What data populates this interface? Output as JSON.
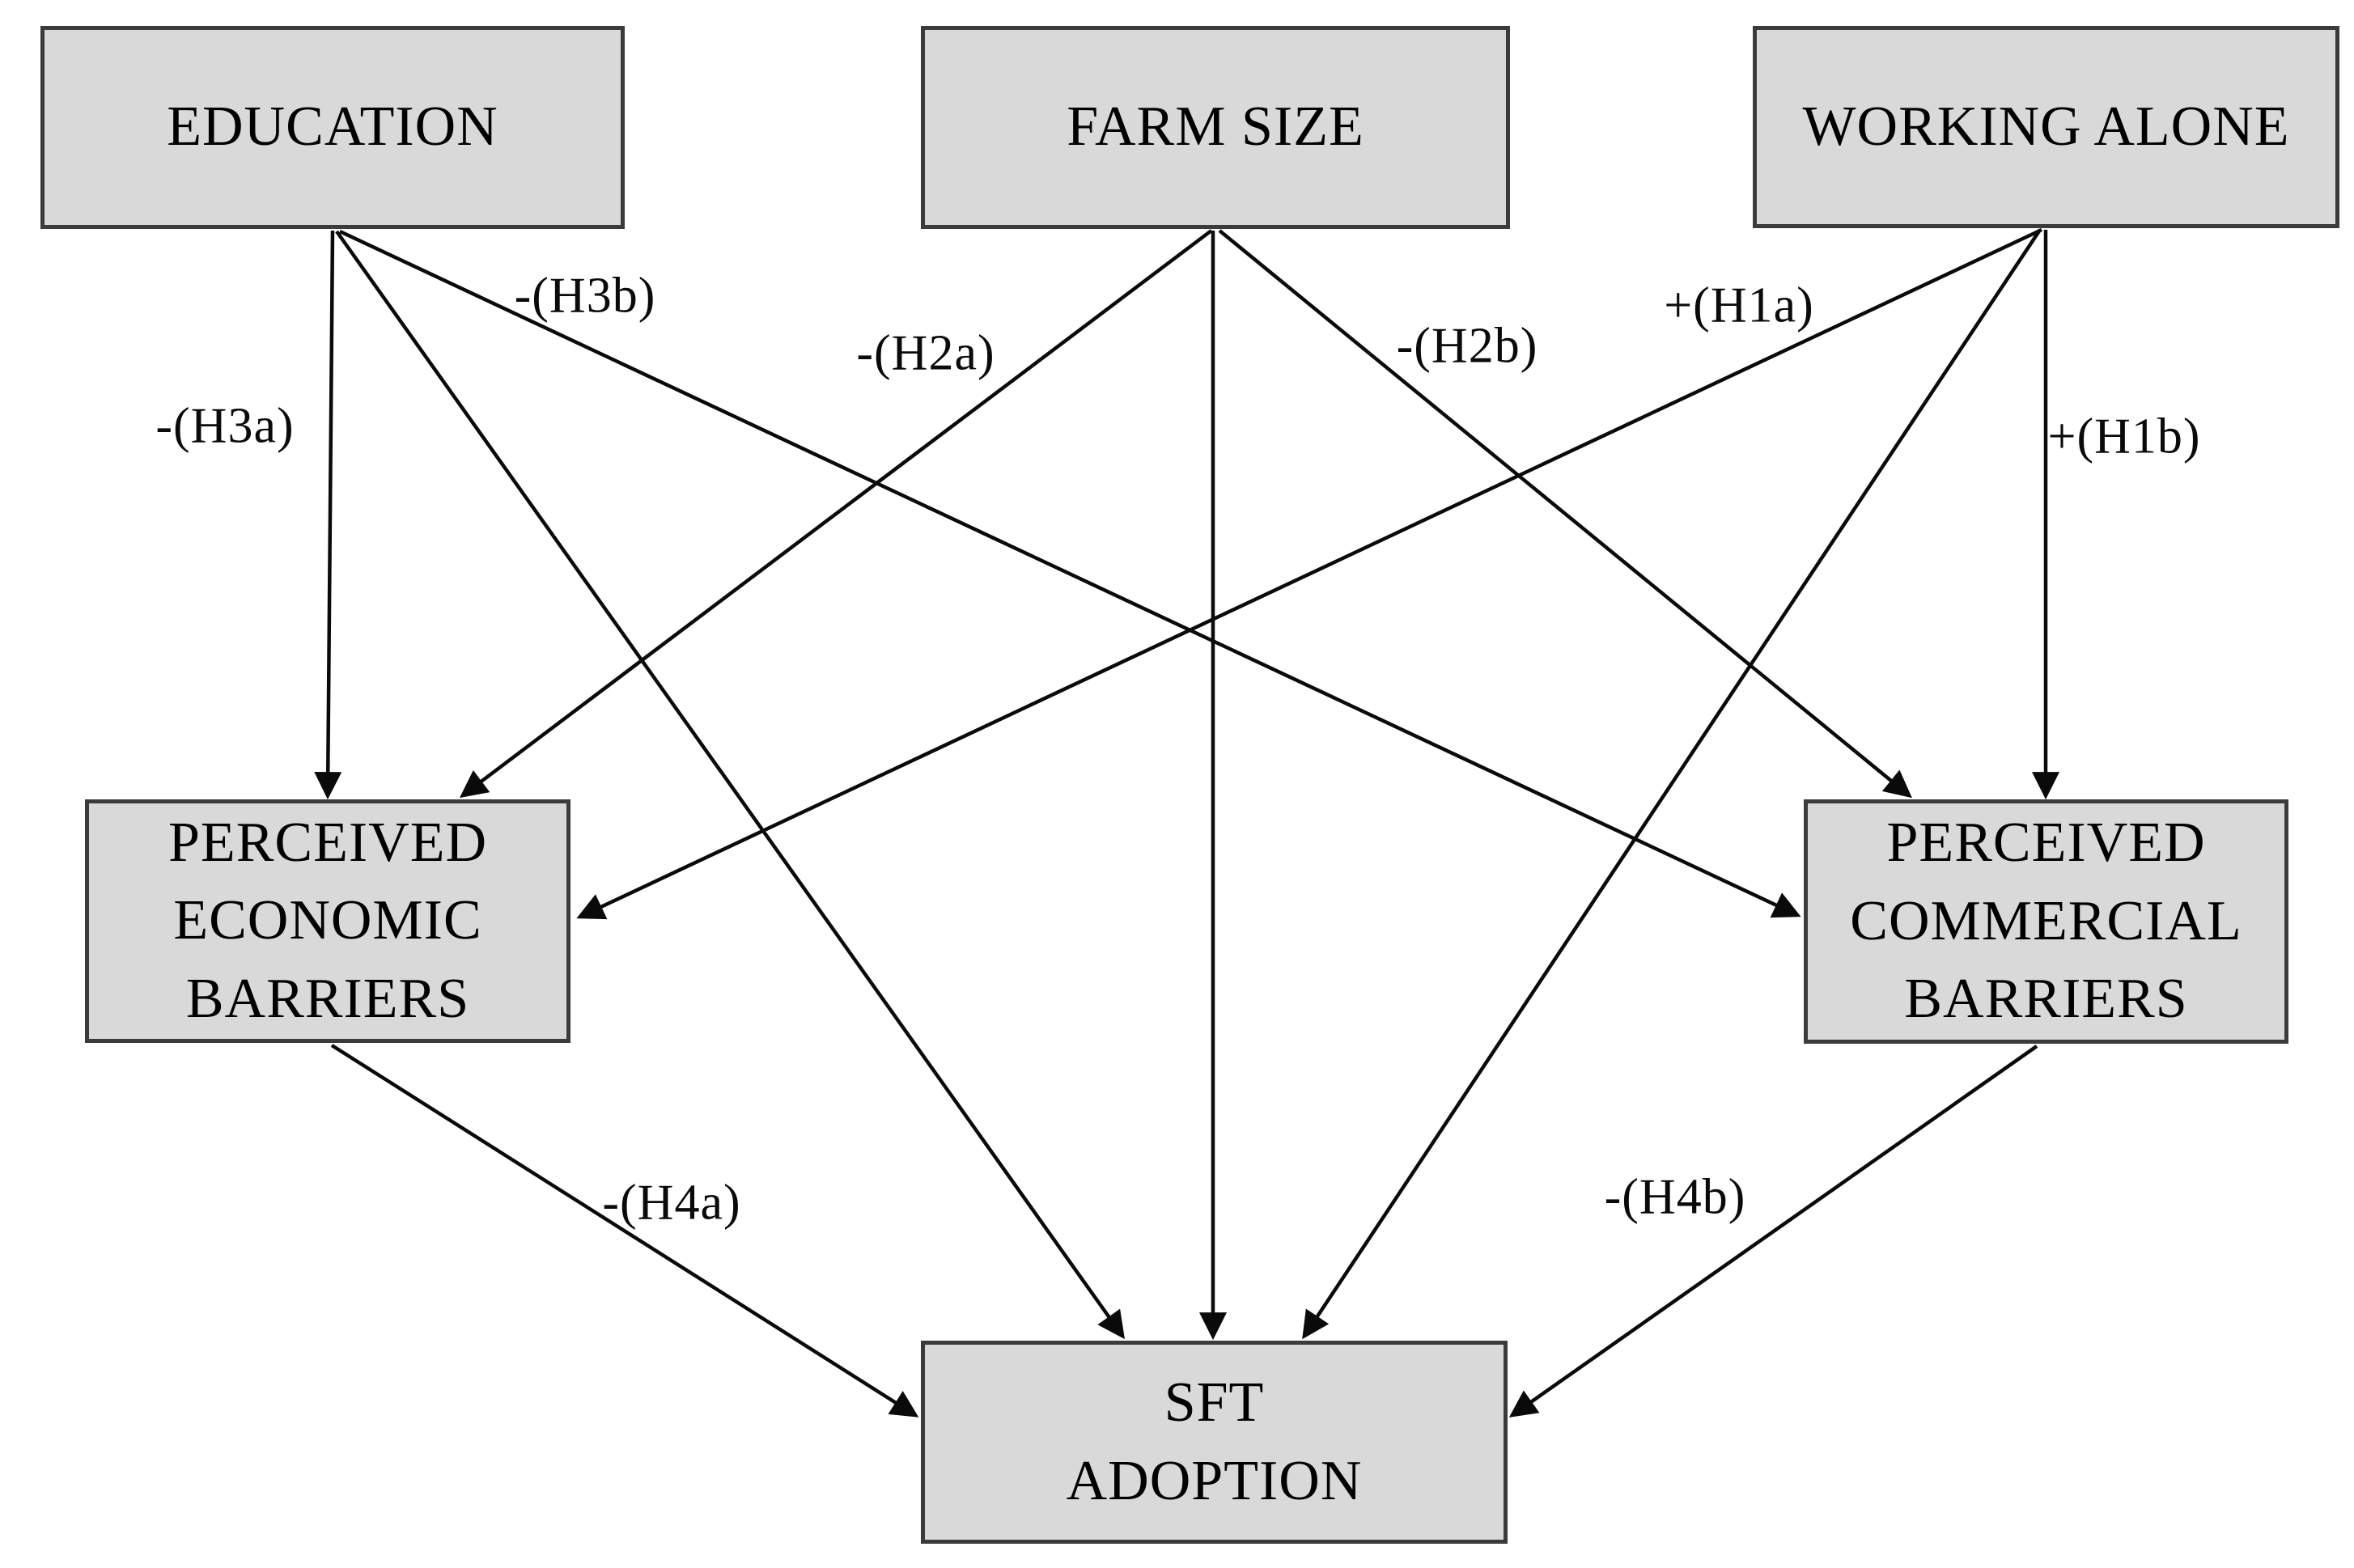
{
  "diagram": {
    "nodes": {
      "education": {
        "label": "EDUCATION"
      },
      "farm_size": {
        "label": "FARM SIZE"
      },
      "working_alone": {
        "label": "WORKING ALONE"
      },
      "economic_barriers": {
        "label": "PERCEIVED ECONOMIC BARRIERS"
      },
      "commercial_barriers": {
        "label": "PERCEIVED COMMERCIAL BARRIERS"
      },
      "sft_adoption": {
        "label": "SFT ADOPTION"
      }
    },
    "edge_labels": {
      "h1a": "+(H1a)",
      "h1b": "+(H1b)",
      "h2a": "-(H2a)",
      "h2b": "-(H2b)",
      "h3a": "-(H3a)",
      "h3b": "-(H3b)",
      "h4a": "-(H4a)",
      "h4b": "-(H4b)"
    },
    "edges": [
      {
        "from": "EDUCATION",
        "to": "PERCEIVED ECONOMIC BARRIERS",
        "label": "-(H3a)"
      },
      {
        "from": "EDUCATION",
        "to": "PERCEIVED COMMERCIAL BARRIERS",
        "label": "-(H3b)"
      },
      {
        "from": "EDUCATION",
        "to": "SFT ADOPTION",
        "label": ""
      },
      {
        "from": "FARM SIZE",
        "to": "PERCEIVED ECONOMIC BARRIERS",
        "label": "-(H2a)"
      },
      {
        "from": "FARM SIZE",
        "to": "SFT ADOPTION",
        "label": ""
      },
      {
        "from": "FARM SIZE",
        "to": "PERCEIVED COMMERCIAL BARRIERS",
        "label": "-(H2b)"
      },
      {
        "from": "WORKING ALONE",
        "to": "PERCEIVED ECONOMIC BARRIERS",
        "label": "+(H1a)"
      },
      {
        "from": "WORKING ALONE",
        "to": "PERCEIVED COMMERCIAL BARRIERS",
        "label": "+(H1b)"
      },
      {
        "from": "WORKING ALONE",
        "to": "SFT ADOPTION",
        "label": ""
      },
      {
        "from": "PERCEIVED ECONOMIC BARRIERS",
        "to": "SFT ADOPTION",
        "label": "-(H4a)"
      },
      {
        "from": "PERCEIVED COMMERCIAL BARRIERS",
        "to": "SFT ADOPTION",
        "label": "-(H4b)"
      }
    ],
    "colors": {
      "box_fill": "#d9d9d9",
      "box_border": "#3b3b3b",
      "arrow": "#0a0a0a",
      "background": "#ffffff",
      "text": "#000000"
    }
  }
}
